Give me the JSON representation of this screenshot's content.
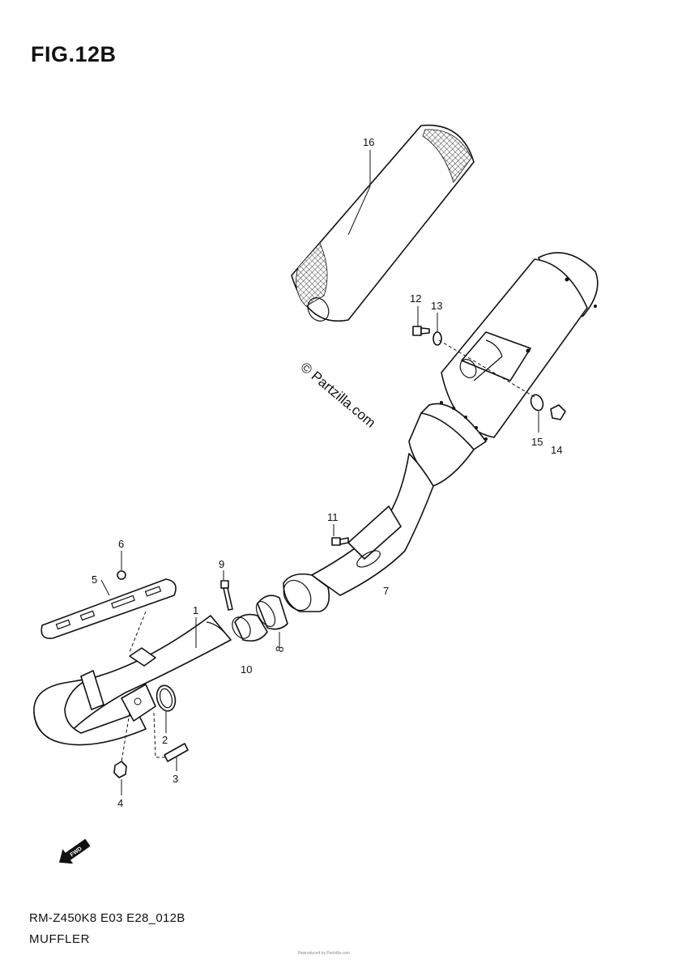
{
  "figure": {
    "title": "FIG.12B",
    "code": "RM-Z450K8 E03 E28_012B",
    "name": "MUFFLER",
    "fine_print": "Reproduced by Partzilla.com"
  },
  "watermark": "© Partzilla.com",
  "fwd_label": "FWD",
  "callouts": {
    "c1": "1",
    "c2": "2",
    "c3": "3",
    "c4": "4",
    "c5": "5",
    "c6": "6",
    "c7": "7",
    "c8": "8",
    "c9": "9",
    "c10": "10",
    "c11": "11",
    "c12": "12",
    "c13": "13",
    "c14": "14",
    "c15": "15",
    "c16": "16"
  }
}
